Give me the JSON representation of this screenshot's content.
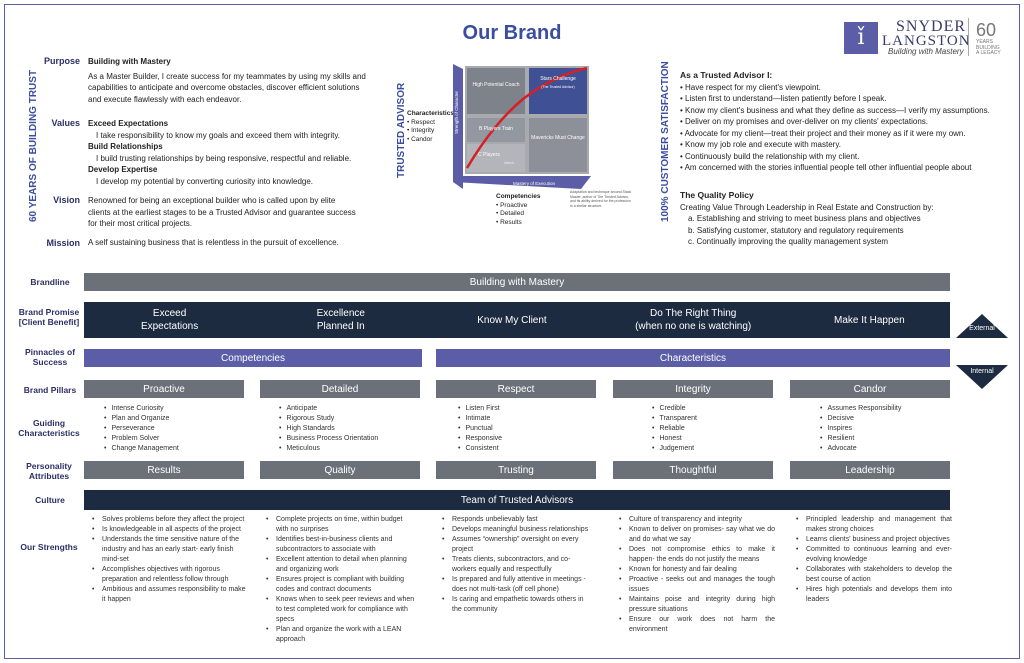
{
  "title": "Our Brand",
  "logo": {
    "name_line1": "SNYDER",
    "name_line2": "LANGSTON",
    "tagline": "Building with Mastery",
    "years": "60",
    "years_sub": "YEARS\nBUILDING\nA LEGACY"
  },
  "left_vertical": "60 YEARS OF BUILDING TRUST",
  "mid_vertical": "TRUSTED ADVISOR",
  "right_vertical": "100% CUSTOMER SATISFACTION",
  "purpose": {
    "label": "Purpose",
    "heading": "Building with Mastery",
    "text": "As a Master Builder, I create success for my teammates by using my skills and capabilities to anticipate and overcome obstacles, discover efficient solutions and execute flawlessly with each endeavor."
  },
  "values": {
    "label": "Values",
    "items": [
      {
        "heading": "Exceed Expectations",
        "text": "I take responsibility to know my goals and exceed them with integrity."
      },
      {
        "heading": "Build Relationships",
        "text": "I build trusting relationships by being responsive, respectful and reliable."
      },
      {
        "heading": "Develop Expertise",
        "text": "I develop my potential by converting curiosity into knowledge."
      }
    ]
  },
  "vision": {
    "label": "Vision",
    "text": "Renowned for being an exceptional builder who is called upon by elite clients at the earliest stages to be a Trusted Advisor and guarantee success for their most critical projects."
  },
  "mission": {
    "label": "Mission",
    "text": "A self sustaining business that is relentless in the pursuit of excellence."
  },
  "ta_graphic": {
    "characteristics_title": "Characteristics",
    "characteristics": [
      "Respect",
      "Integrity",
      "Candor"
    ],
    "competencies_title": "Competencies",
    "competencies": [
      "Proactive",
      "Detailed",
      "Results"
    ],
    "y_axis": "Strength of Character",
    "x_axis": "Mastery of Execution",
    "quadrants": {
      "high": "High Potential Coach",
      "stars": "Stars Challenge",
      "stars_sub": "(The Trusted Advisor)",
      "b_train": "B Players Train",
      "mavericks": "Mavericks Must Change",
      "c_players": "C Players",
      "c_sub": "Match"
    },
    "footnote": "Adaptation and technique around Stack Master, author of The Trusted Advisor, and its ability derived for the profession in a similar structure."
  },
  "trusted_advisor": {
    "heading": "As a Trusted Advisor I:",
    "items": [
      "Have respect for my client's viewpoint.",
      "Listen first to understand—listen patiently before I speak.",
      "Know my client's business and what they define as success—I verify my assumptions.",
      "Deliver on my promises and over-deliver on my clients' expectations.",
      "Advocate for my client—treat their project and their money as if it were my own.",
      "Know my job role and execute with mastery.",
      "Continuously build the relationship with my client.",
      "Am concerned with the stories influential people tell other influential people about"
    ]
  },
  "quality_policy": {
    "heading": "The Quality Policy",
    "intro": "Creating Value Through Leadership in Real Estate and Construction by:",
    "items": [
      "a. Establishing and striving to meet business plans and objectives",
      "b. Satisfying customer, statutory and regulatory requirements",
      "c. Continually improving the quality management system"
    ]
  },
  "brandline": {
    "label": "Brandline",
    "value": "Building with Mastery"
  },
  "brand_promise": {
    "label": "Brand Promise [Client Benefit]",
    "items": [
      "Exceed\nExpectations",
      "Excellence\nPlanned In",
      "Know My Client",
      "Do The Right Thing\n(when no one is watching)",
      "Make It Happen"
    ],
    "external": "External",
    "internal": "Internal"
  },
  "pinnacles": {
    "label": "Pinnacles of Success",
    "competencies": "Competencies",
    "characteristics": "Characteristics"
  },
  "pillars": {
    "label": "Brand Pillars",
    "items": [
      "Proactive",
      "Detailed",
      "Respect",
      "Integrity",
      "Candor"
    ]
  },
  "guiding": {
    "label": "Guiding Characteristics",
    "columns": [
      [
        "Intense Curiosity",
        "Plan and Organize",
        "Perseverance",
        "Problem Solver",
        "Change Management"
      ],
      [
        "Anticipate",
        "Rigorous Study",
        "High Standards",
        "Business Process Orientation",
        "Meticulous"
      ],
      [
        "Listen First",
        "Intimate",
        "Punctual",
        "Responsive",
        "Consistent"
      ],
      [
        "Credible",
        "Transparent",
        "Reliable",
        "Honest",
        "Judgement"
      ],
      [
        "Assumes Responsibility",
        "Decisive",
        "Inspires",
        "Resilient",
        "Advocate"
      ]
    ]
  },
  "personality": {
    "label": "Personality Attributes",
    "items": [
      "Results",
      "Quality",
      "Trusting",
      "Thoughtful",
      "Leadership"
    ]
  },
  "culture": {
    "label": "Culture",
    "value": "Team of Trusted Advisors"
  },
  "strengths": {
    "label": "Our Strengths",
    "columns": [
      [
        "Solves problems before they affect the project",
        "Is knowledgeable in all aspects of the project",
        "Understands the time sensitive nature of the industry and has an early start- early finish mind-set",
        "Accomplishes objectives with rigorous preparation and relentless follow through",
        "Ambitious and assumes responsibility to make it happen"
      ],
      [
        "Complete projects on time, within budget with no surprises",
        "Identifies best-in-business clients and subcontractors to associate with",
        "Excellent attention to detail when planning and organizing work",
        "Ensures project is compliant with building codes and contract documents",
        "Knows when to seek peer reviews and when to test completed work for compliance with specs",
        "Plan and organize the work with a LEAN approach"
      ],
      [
        "Responds unbelievably fast",
        "Develops meaningful business relationships",
        "Assumes “ownership” oversight on every project",
        "Treats clients, subcontractors, and co-workers equally and respectfully",
        "Is prepared and fully attentive in meetings - does not multi-task (off cell phone)",
        "Is caring and empathetic towards others in the community"
      ],
      [
        "Culture of transparency and integrity",
        "Known to deliver on promises- say what we do and do what we say",
        "Does not compromise ethics to make it happen- the ends do not justify the means",
        "Known for honesty and fair dealing",
        "Proactive - seeks out and manages the tough issues",
        "Maintains poise and integrity during high pressure situations",
        "Ensure our work does not harm the environment"
      ],
      [
        "Principled leadership and management that makes strong choices",
        "Learns clients' business and project objectives",
        "Committed to continuous learning and ever-evolving knowledge",
        "Collaborates with stakeholders to develop the best course of action",
        "Hires high potentials and develops them into leaders"
      ]
    ]
  },
  "colors": {
    "navy": "#1c2b40",
    "grey": "#6c7179",
    "purple": "#5b5ea6",
    "accent_red": "#d42027"
  }
}
